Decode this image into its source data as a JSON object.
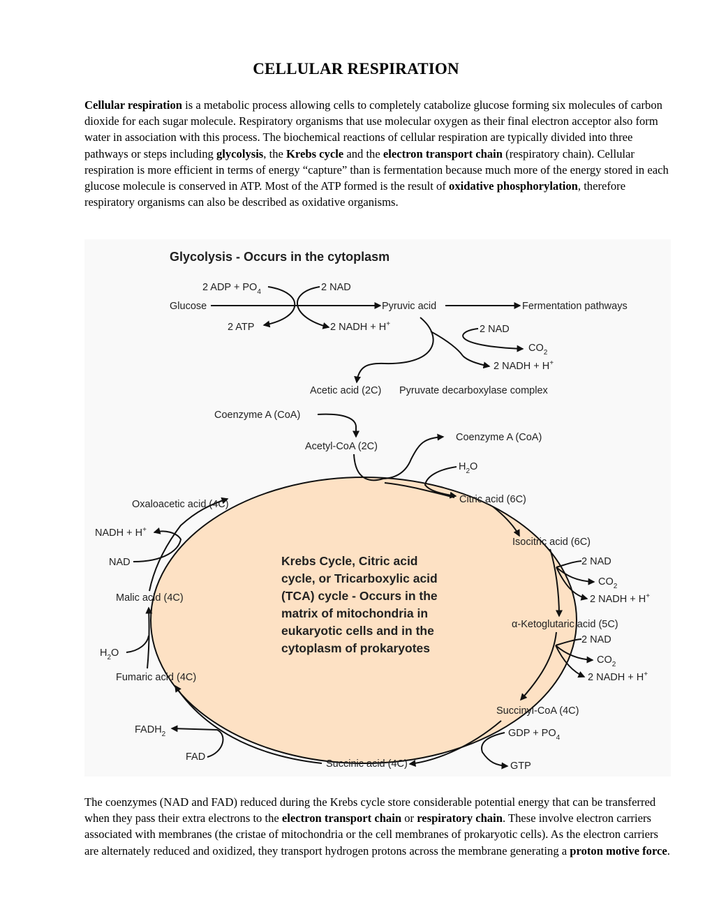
{
  "title": "CELLULAR RESPIRATION",
  "intro": {
    "t1": "Cellular respiration",
    "t2": " is a metabolic process allowing cells to completely catabolize glucose forming six molecules of carbon dioxide for each sugar molecule. Respiratory organisms that use molecular oxygen as their final electron acceptor also form water in association with this process. The biochemical reactions of cellular respiration are typically divided into three pathways or steps including ",
    "t3": "glycolysis",
    "t4": ", the ",
    "t5": "Krebs cycle",
    "t6": " and the ",
    "t7": "electron transport chain",
    "t8": " (respiratory chain). Cellular respiration is more efficient in terms of energy “capture” than is fermentation because much more of the energy stored in each glucose molecule is conserved in ATP. Most of the ATP formed is the result of ",
    "t9": "oxidative phosphorylation",
    "t10": ", therefore respiratory organisms can also be described as oxidative organisms."
  },
  "diagram": {
    "ellipse_fill": "#fde1c4",
    "glycolysis_title": "Glycolysis - Occurs in the cytoplasm",
    "adp_po4": "2 ADP + PO",
    "adp_sub": "4",
    "nad_2a": "2 NAD",
    "glucose": "Glucose",
    "pyruvic": "Pyruvic acid",
    "fermentation": "Fermentation pathways",
    "atp": "2 ATP",
    "nadh_a": "2 NADH + H",
    "sup_plus": "+",
    "nad_2b": "2 NAD",
    "co2_a": "CO",
    "sub2": "2",
    "nadh_b": "2 NADH + H",
    "acetic": "Acetic acid (2C)",
    "pdc": "Pyruvate decarboxylase complex",
    "coa_in": "Coenzyme A (CoA)",
    "acetyl": "Acetyl-CoA (2C)",
    "coa_out": "Coenzyme A (CoA)",
    "h2o_in_h": "H",
    "h2o_in_o": "O",
    "oxaloacetic": "Oxaloacetic acid (4C)",
    "citric": "Citric acid (6C)",
    "nadh_malic": "NADH + H",
    "isocitric": "Isocitric acid (6C)",
    "nad_malic": "NAD",
    "nad_iso": "2 NAD",
    "co2_iso": "CO",
    "nadh_iso": "2 NADH + H",
    "malic": "Malic acid (4C)",
    "cycle_title": [
      "Krebs Cycle, Citric acid",
      "cycle, or Tricarboxylic acid",
      "(TCA) cycle - Occurs in the",
      "matrix of mitochondria in",
      "eukaryotic cells and in the",
      "cytoplasm of prokaryotes"
    ],
    "keto": "α-Ketoglutaric acid (5C)",
    "nad_keto": "2 NAD",
    "h2o_fum_h": "H",
    "h2o_fum_o": "O",
    "co2_keto": "CO",
    "fumaric": "Fumaric acid (4C)",
    "nadh_keto": "2 NADH + H",
    "succinyl": "Succinyl-CoA (4C)",
    "fadh2": "FADH",
    "gdp_po4": "GDP + PO",
    "fad": "FAD",
    "succinic": "Succinic acid (4C)",
    "gtp": "GTP"
  },
  "closing": {
    "t1": "The coenzymes (NAD and FAD) reduced during the Krebs cycle store considerable potential energy that can be transferred when they pass their extra electrons to the ",
    "t2": "electron transport chain",
    "t3": " or ",
    "t4": "respiratory chain",
    "t5": ". These involve electron carriers associated with membranes (the cristae of mitochondria or the cell membranes of prokaryotic cells). As the electron carriers are alternately reduced and oxidized, they transport hydrogen protons across the membrane generating a ",
    "t6": "proton motive force",
    "t7": "."
  }
}
